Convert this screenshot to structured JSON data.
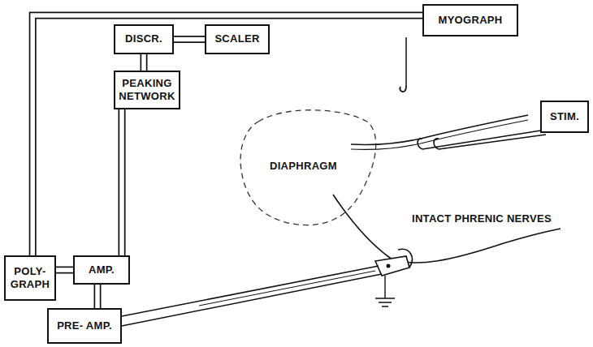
{
  "diagram": {
    "nodes": [
      {
        "text": [
          "MYOGRAPH"
        ]
      },
      {
        "text": [
          "DISCR."
        ]
      },
      {
        "text": [
          "SCALER"
        ]
      },
      {
        "text": [
          "PEAKING NETWORK"
        ]
      },
      {
        "text": [
          "POLY- GRAPH"
        ]
      },
      {
        "text": [
          "AMP."
        ]
      },
      {
        "text": [
          "PRE- AMP."
        ]
      },
      {
        "text": [
          "STIM."
        ]
      }
    ],
    "edges": [
      {
        "from": 0,
        "to": 4,
        "arrow": "none"
      },
      {
        "from": 1,
        "to": 2,
        "arrow": "none"
      },
      {
        "from": 1,
        "to": 3,
        "arrow": "none"
      },
      {
        "from": 3,
        "to": 5,
        "arrow": "none"
      },
      {
        "from": 4,
        "to": 5,
        "arrow": "none"
      },
      {
        "from": 5,
        "to": 6,
        "arrow": "none"
      }
    ],
    "labels": [
      "DIAPHRAGM",
      "INTACT PHRENIC NERVES"
    ]
  }
}
